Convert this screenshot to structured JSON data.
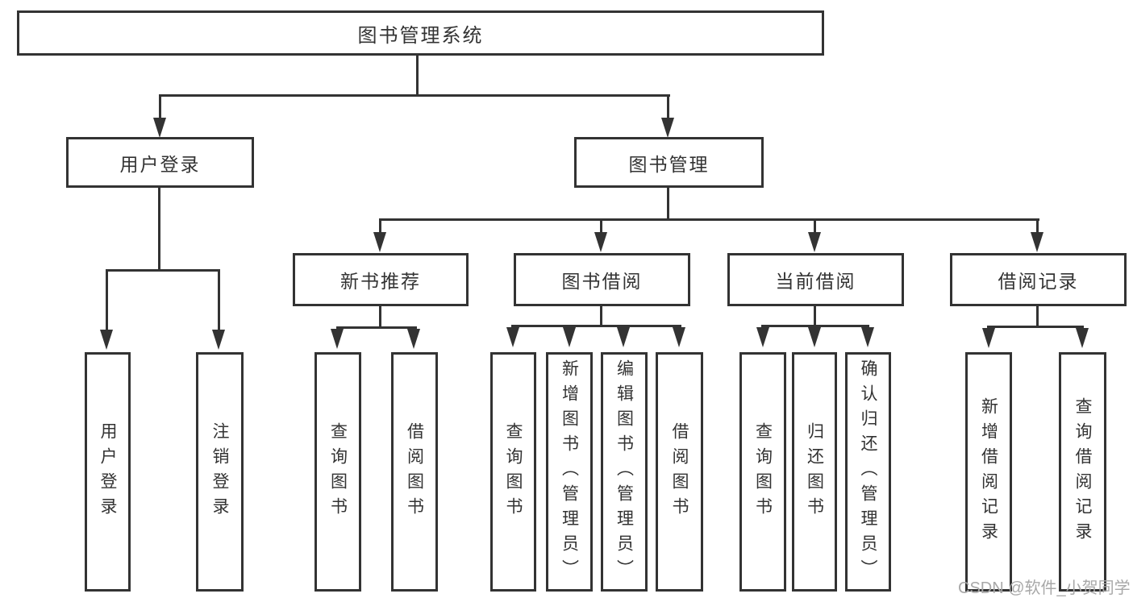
{
  "colors": {
    "line": "#333333",
    "text": "#333333",
    "box_background": "#ffffff",
    "watermark": "#a8a8a8"
  },
  "diagram": {
    "root": {
      "label": "图书管理系统"
    },
    "level2": {
      "user_login": {
        "label": "用户登录"
      },
      "book_mgmt": {
        "label": "图书管理"
      }
    },
    "level3": {
      "recommend": {
        "label": "新书推荐"
      },
      "borrow": {
        "label": "图书借阅"
      },
      "current": {
        "label": "当前借阅"
      },
      "records": {
        "label": "借阅记录"
      }
    },
    "leaves": {
      "user": [
        "用户登录",
        "注销登录"
      ],
      "recommend": [
        "查询图书",
        "借阅图书"
      ],
      "borrow": [
        "查询图书",
        "新增图书（管理员）",
        "编辑图书（管理员）",
        "借阅图书"
      ],
      "current": [
        "查询图书",
        "归还图书",
        "确认归还（管理员）"
      ],
      "records": [
        "新增借阅记录",
        "查询借阅记录"
      ]
    }
  },
  "watermark": {
    "text": "CSDN @软件_小贺同学"
  }
}
